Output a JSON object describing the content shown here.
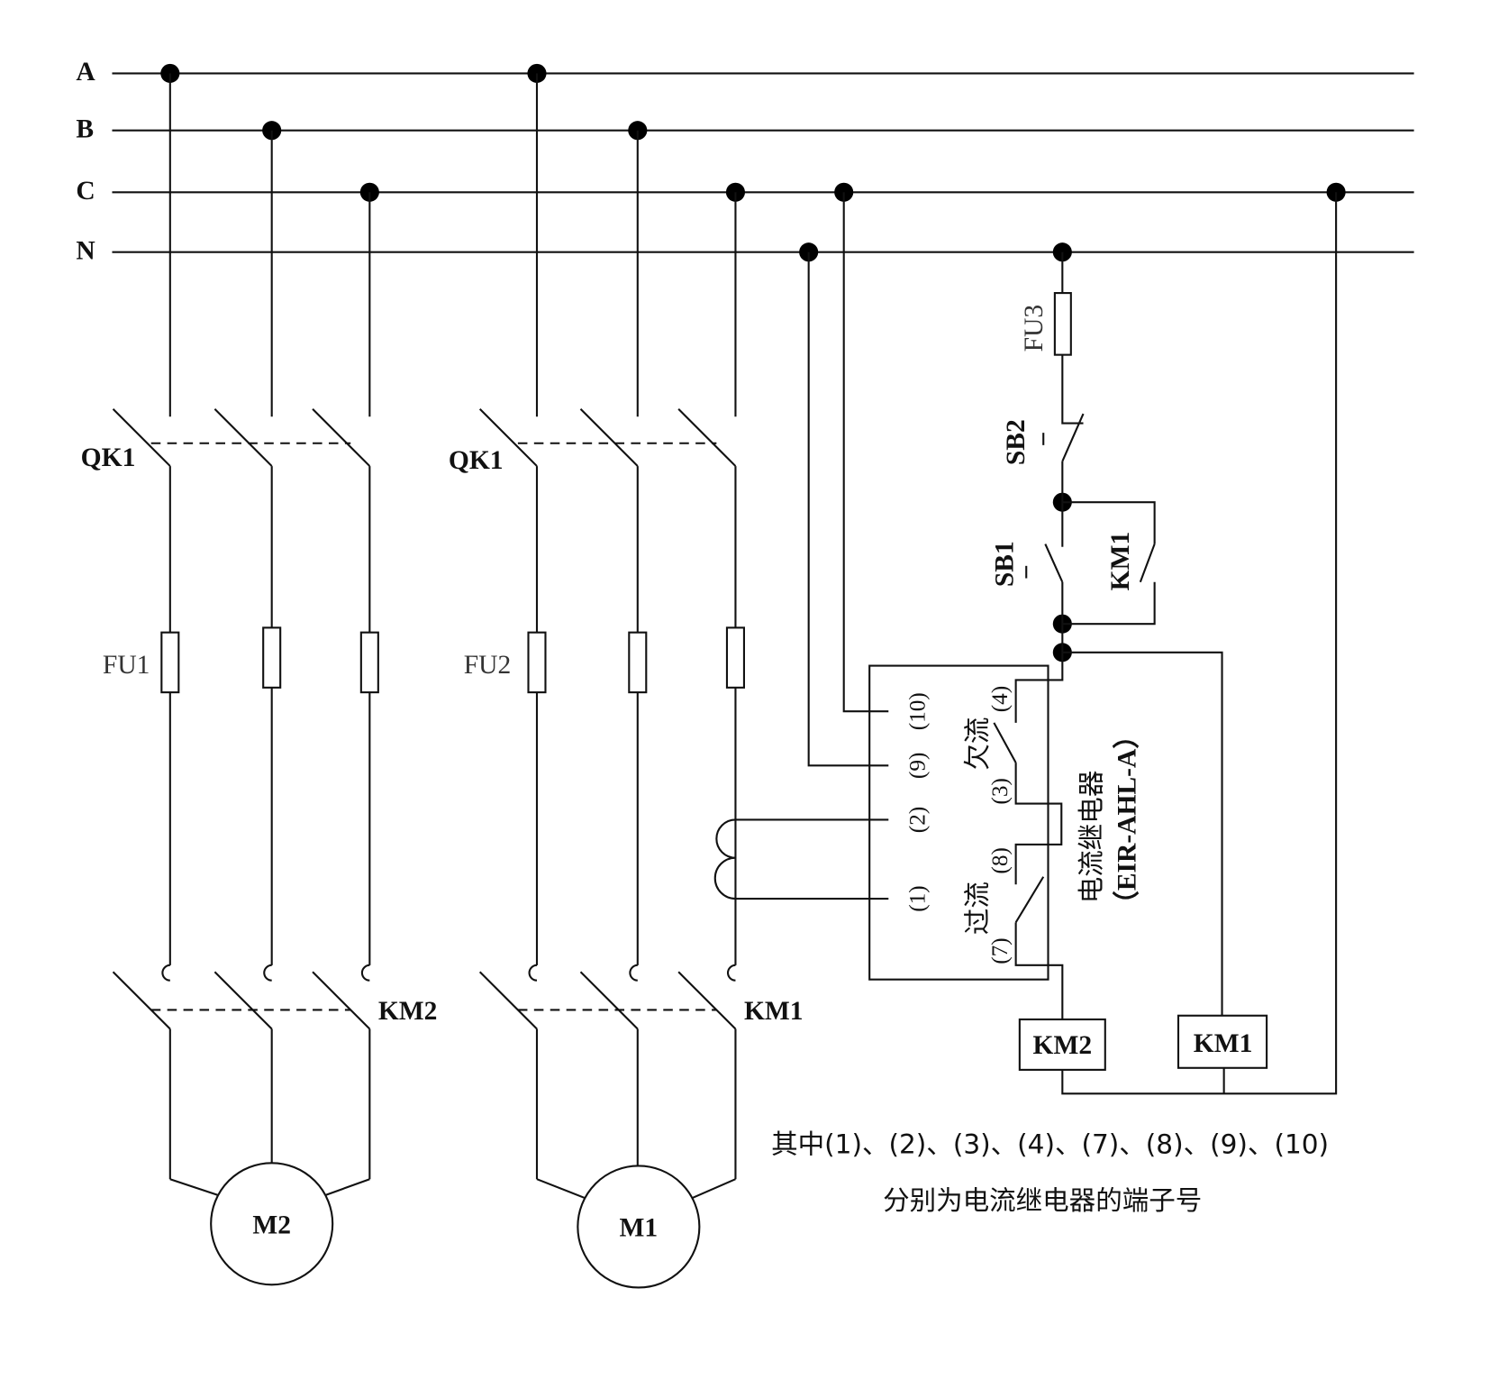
{
  "buses": [
    "A",
    "B",
    "C",
    "N"
  ],
  "labels": {
    "qk1_left": "QK1",
    "qk1_right": "QK1",
    "fu1": "FU1",
    "fu2": "FU2",
    "fu3": "FU3",
    "km2_contact": "KM2",
    "km1_contact": "KM1",
    "motor_m2": "M2",
    "motor_m1": "M1",
    "sb2": "SB2",
    "sb1": "SB1",
    "km1_aux": "KM1",
    "coil_km2": "KM2",
    "coil_km1": "KM1"
  },
  "relay": {
    "name": "电流继电器",
    "model": "（EIR-AHL-A）",
    "under_current": "欠流",
    "over_current": "过流",
    "terminals": {
      "t1": "(1)",
      "t2": "(2)",
      "t3": "(3)",
      "t4": "(4)",
      "t7": "(7)",
      "t8": "(8)",
      "t9": "(9)",
      "t10": "(10)"
    }
  },
  "note": {
    "line1": "其中(1)、(2)、(3)、(4)、(7)、(8)、(9)、(10)",
    "line2": "分别为电流继电器的端子号"
  }
}
